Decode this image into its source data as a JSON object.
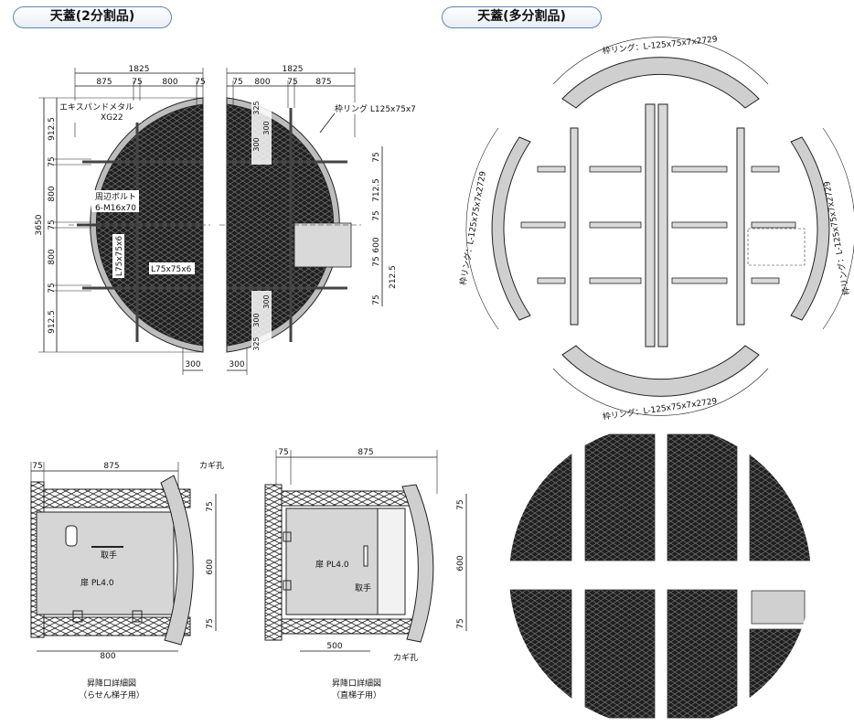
{
  "headers": {
    "left": "天蓋(2分割品)",
    "right": "天蓋(多分割品)"
  },
  "two_split": {
    "dims_top_left": [
      "1825",
      "875",
      "75",
      "800",
      "75"
    ],
    "dims_top_right": [
      "1825",
      "75",
      "800",
      "75",
      "875"
    ],
    "dims_left_vertical": [
      "912.5",
      "75",
      "800",
      "75",
      "800",
      "75",
      "912.5"
    ],
    "total_height": "3650",
    "dims_right_vertical": [
      "75",
      "712.5",
      "75",
      "600",
      "75",
      "212.5",
      "75"
    ],
    "inner_dims": [
      "325",
      "300",
      "300",
      "300",
      "300",
      "325"
    ],
    "bottom_dims": [
      "300",
      "300"
    ],
    "labels": {
      "expanded_metal": "エキスパンドメタル",
      "expanded_metal_spec": "XG22",
      "bolt": "周辺ボルト",
      "bolt_spec": "6-M16x70",
      "angle_v": "L75x75x6",
      "angle_h": "L75x75x6",
      "frame_ring": "枠リング L125x75x7"
    }
  },
  "multi_split": {
    "ring_label": "枠リング：L-125x75x7x2729"
  },
  "detail_spiral": {
    "dims": [
      "75",
      "875",
      "75",
      "600",
      "75",
      "800"
    ],
    "hole": "カギ孔",
    "handle": "取手",
    "door": "扉 PL4.0",
    "caption_1": "昇降口詳細図",
    "caption_2": "（らせん梯子用）"
  },
  "detail_straight": {
    "dims": [
      "75",
      "875",
      "75",
      "600",
      "75",
      "500"
    ],
    "hole": "カギ孔",
    "handle": "取手",
    "door": "扉 PL4.0",
    "caption_1": "昇降口詳細図",
    "caption_2": "（直梯子用）"
  }
}
